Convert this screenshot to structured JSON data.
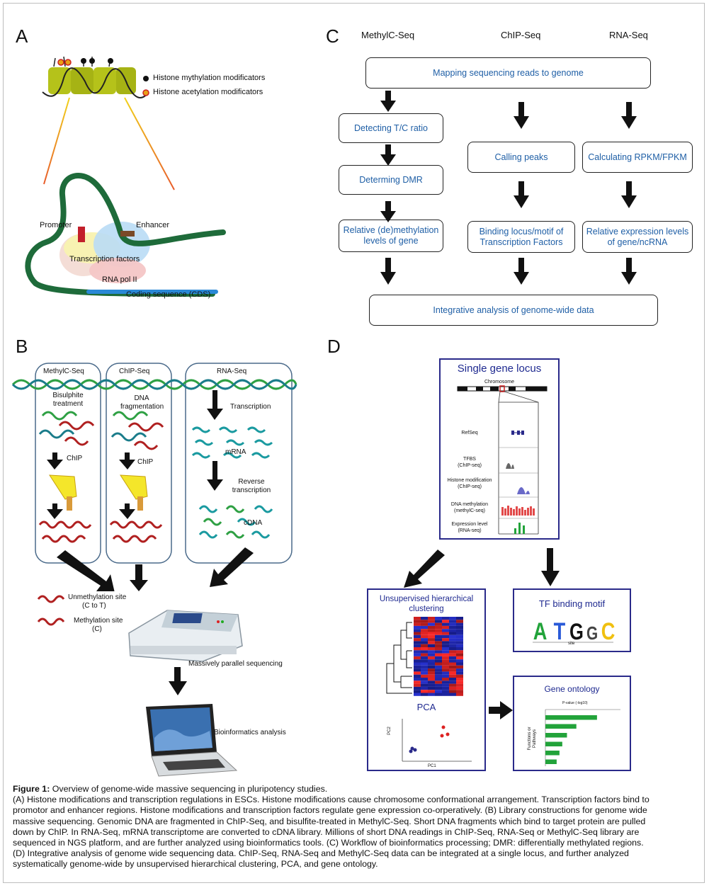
{
  "panels": {
    "a": {
      "letter": "A",
      "legend": {
        "methyl": "Histone mythylation modificators",
        "acetyl": "Histone acetylation modificators"
      },
      "labels": {
        "promoter": "Promoter",
        "enhancer": "Enhancer",
        "tf": "Transcription factors",
        "rnapol": "RNA pol II",
        "cds": "Coding sequence (CDS)"
      }
    },
    "b": {
      "letter": "B",
      "columns": {
        "methylc": "MethylC-Seq",
        "chip": "ChIP-Seq",
        "rna": "RNA-Seq"
      },
      "labels": {
        "bisulphite": "Bisulphite treatment",
        "dna_frag": "DNA fragmentation",
        "chip1": "ChIP",
        "chip2": "ChIP",
        "transcription": "Transcription",
        "mrna": "mRNA",
        "reverse": "Reverse transcription",
        "cdna": "cDNA",
        "unmethyl": "Unmethylation site",
        "unmethyl_sub": "(C to T)",
        "methyl": "Methylation site",
        "methyl_sub": "(C)",
        "sequencing": "Massively parallel sequencing",
        "bioinfo": "Bioinformatics analysis"
      }
    },
    "c": {
      "letter": "C",
      "columns": {
        "methylc": "MethylC-Seq",
        "chip": "ChIP-Seq",
        "rna": "RNA-Seq"
      },
      "boxes": {
        "mapping": "Mapping sequencing reads to genome",
        "tc_ratio": "Detecting T/C ratio",
        "dmr": "Determing DMR",
        "rel_methyl": "Relative (de)methylation levels of gene",
        "calling": "Calling peaks",
        "binding": "Binding locus/motif of Transcription Factors",
        "rpkm": "Calculating RPKM/FPKM",
        "rel_expr": "Relative expression levels of gene/ncRNA",
        "integrative": "Integrative analysis of genome-wide data"
      }
    },
    "d": {
      "letter": "D",
      "locus": {
        "title": "Single gene locus",
        "chromosome": "Chromosome",
        "refseq": "RefSeq",
        "tfbs": "TFBS",
        "tfbs_sub": "(ChIP-seq)",
        "histone": "Histone modification",
        "histone_sub": "(ChIP-seq)",
        "dnameth": "DNA methylation",
        "dnameth_sub": "(methylC-seq)",
        "expr": "Expression level",
        "expr_sub": "(RNA-seq)"
      },
      "clustering": {
        "title": "Unsupervised hierarchical clustering",
        "pca": "PCA",
        "pc1": "PC1",
        "pc2": "PC2"
      },
      "motif": {
        "title": "TF binding motif",
        "site": "site"
      },
      "ontology": {
        "title": "Gene ontology",
        "axis": "P-value (-log10)",
        "ylabel": "Functions or Pathways",
        "values": [
          5.5,
          3.3,
          2.3,
          1.8,
          1.5,
          1.2
        ]
      }
    }
  },
  "caption": {
    "label": "Figure 1:",
    "title": "Overview of genome-wide massive sequencing in pluripotency studies.",
    "lines": [
      "(A) Histone modifications and transcription regulations in ESCs. Histone modifications cause chromosome conformational arrangement. Transcription factors bind to",
      "promotor and enhancer regions. Histone modifications and transcription factors regulate gene expression co-orperatively. (B) Library constructions for genome wide",
      "massive sequencing. Genomic DNA are fragmented in ChIP-Seq, and bisulfite-treated in MethylC-Seq. Short DNA fragments which bind to target protein are pulled",
      "down by ChIP. In RNA-Seq, mRNA transcriptome are converted to cDNA library. Millions of short DNA readings in ChIP-Seq, RNA-Seq or MethylC-Seq library are",
      "sequenced in NGS platform, and are further analyzed using bioinformatics tools. (C) Workflow of bioinformatics processing; DMR: differentially methylated regions.",
      "(D) Integrative analysis of genome wide sequencing data. ChIP-Seq, RNA-Seq and MethylC-Seq data can be integrated at a single locus, and further analyzed",
      "systematically genome-wide by unsupervised hierarchical clustering, PCA, and gene ontology."
    ]
  },
  "colors": {
    "flow_text": "#1f5fa6",
    "nucleosome": "#b5c21a",
    "chromatin": "#1e6b3a",
    "panel_d_border": "#2a2a8a",
    "bar_green": "#22a33a"
  }
}
